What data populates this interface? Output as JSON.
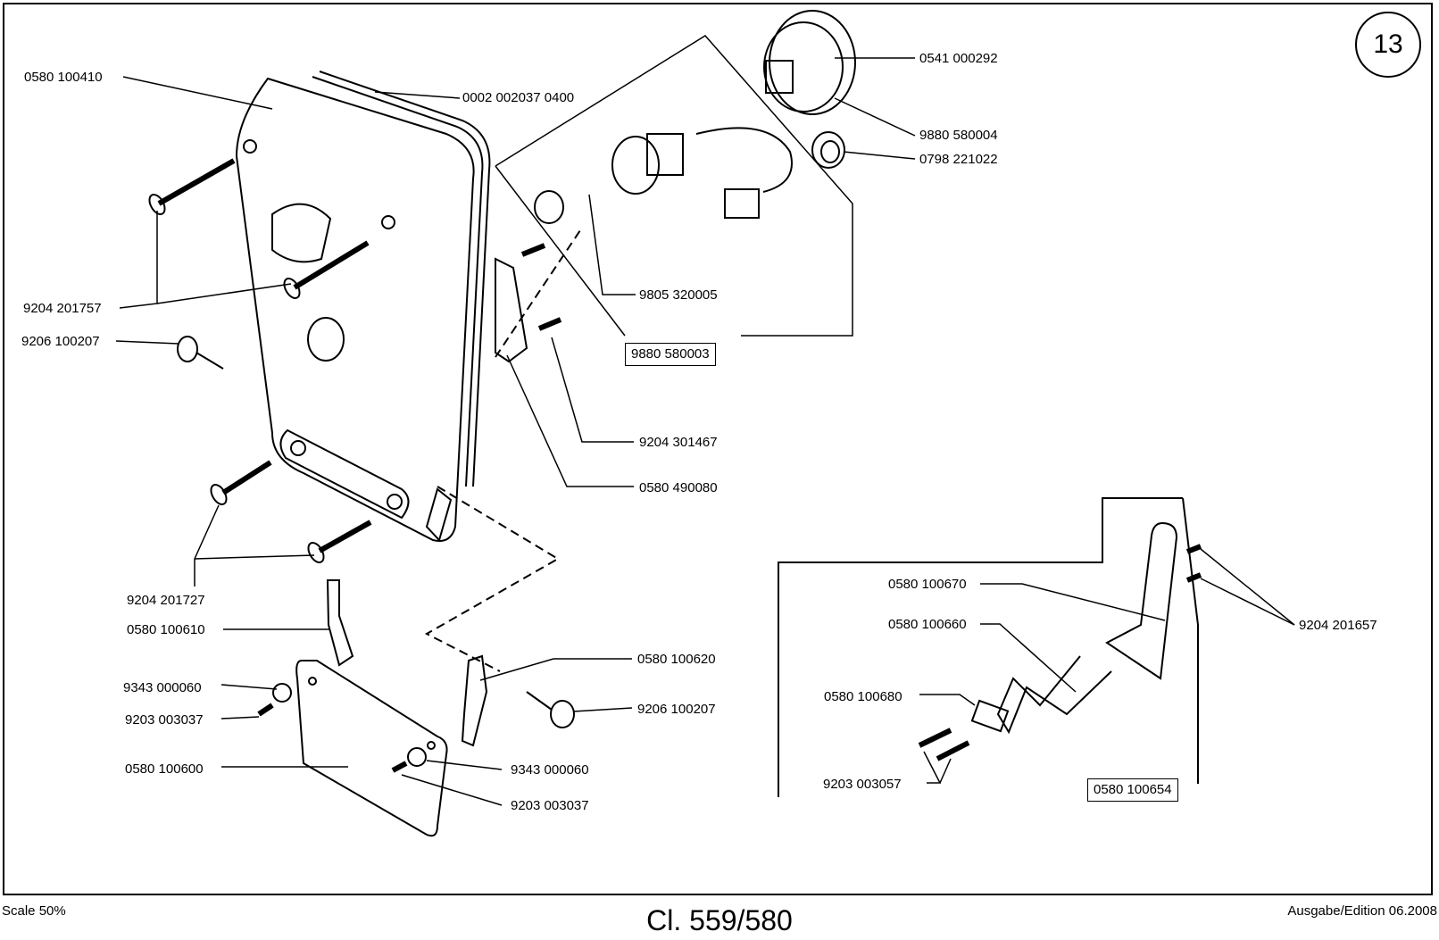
{
  "page_number": "13",
  "footer": {
    "scale": "Scale 50%",
    "model": "Cl. 559/580",
    "edition": "Ausgabe/Edition 06.2008"
  },
  "parts": {
    "p1": "0580 100410",
    "p2": "0002 002037 0400",
    "p3": "0541 000292",
    "p4": "9880 580004",
    "p5": "0798 221022",
    "p6": "9204 201757",
    "p7": "9206 100207",
    "p8": "9805 320005",
    "p9": "9880 580003",
    "p10": "9204 301467",
    "p11": "0580 490080",
    "p12": "9204 201727",
    "p13": "0580 100610",
    "p14": "9343 000060",
    "p15": "9203 003037",
    "p16": "0580 100600",
    "p17": "0580 100620",
    "p18": "9206 100207",
    "p19": "9343 000060",
    "p20": "9203 003037",
    "p21": "0580 100670",
    "p22": "0580 100660",
    "p23": "0580 100680",
    "p24": "9203 003057",
    "p25": "0580 100654",
    "p26": "9204 201657"
  }
}
